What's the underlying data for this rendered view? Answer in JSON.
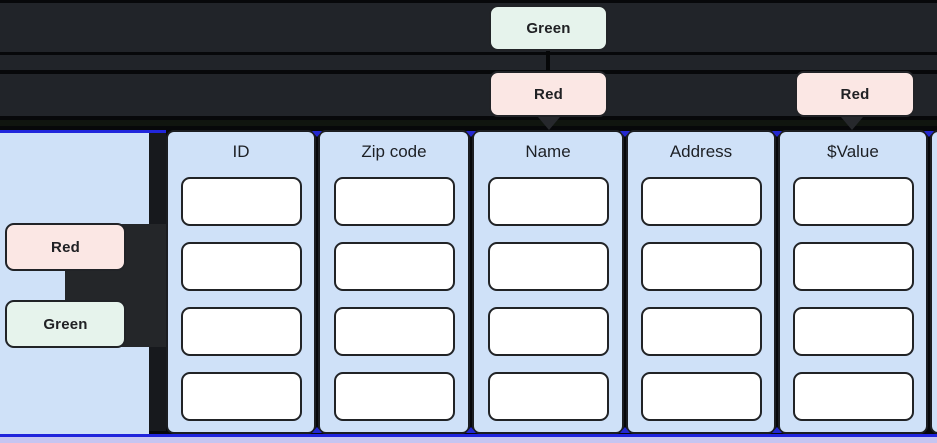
{
  "annotations": {
    "top": [
      {
        "label": "Green",
        "color": "green"
      },
      {
        "label": "Red",
        "color": "red"
      },
      {
        "label": "Red",
        "color": "red"
      }
    ],
    "left": [
      {
        "label": "Red",
        "color": "red"
      },
      {
        "label": "Green",
        "color": "green"
      }
    ]
  },
  "table": {
    "columns": [
      {
        "header": "ID"
      },
      {
        "header": "Zip code"
      },
      {
        "header": "Name"
      },
      {
        "header": "Address"
      },
      {
        "header": "$Value"
      }
    ],
    "rows_per_column": 4
  },
  "colors": {
    "canvas_dark": "#07080a",
    "band_dark": "#212429",
    "panel_blue": "#cfe1f8",
    "cell_white": "#ffffff",
    "border_dark": "#212326",
    "badge_red": "#fbe7e4",
    "badge_green": "#e6f3ec",
    "selection_blue": "#2126dc",
    "anchor_blue": "#2328d0",
    "footer_lavender": "#c6c5f1"
  }
}
